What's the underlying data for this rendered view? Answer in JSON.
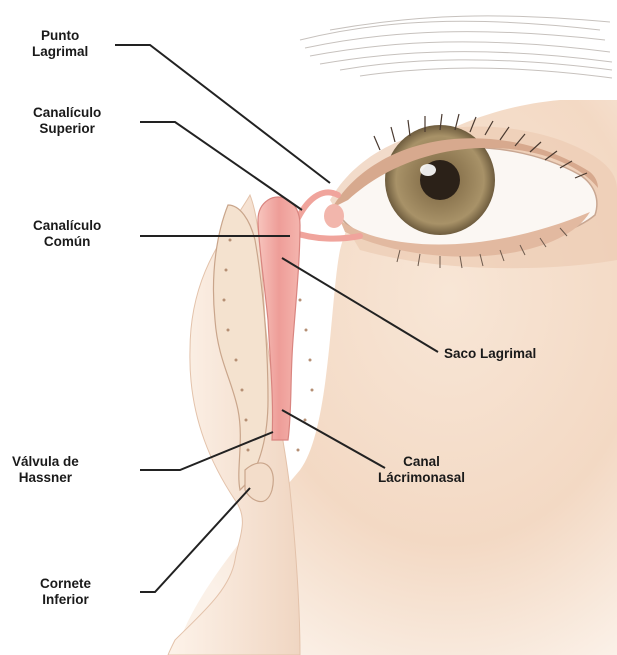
{
  "labels": {
    "punto_lagrimal": {
      "line1": "Punto",
      "line2": "Lagrimal"
    },
    "canaliculo_superior": {
      "line1": "Canalículo",
      "line2": "Superior"
    },
    "canaliculo_comun": {
      "line1": "Canalículo",
      "line2": "Común"
    },
    "saco_lagrimal": {
      "line1": "Saco Lagrimal"
    },
    "valvula_hassner": {
      "line1": "Válvula de",
      "line2": "Hassner"
    },
    "canal_lacrimonasal": {
      "line1": "Canal",
      "line2": "Lácrimonasal"
    },
    "cornete_inferior": {
      "line1": "Cornete",
      "line2": "Inferior"
    }
  },
  "colors": {
    "skin": "#f6e3d2",
    "skin_shadow": "#e9c3a6",
    "iris": "#a08a62",
    "pupil": "#2b2118",
    "lacrimal_duct": "#f2a9a4",
    "leader_line": "#222222"
  }
}
